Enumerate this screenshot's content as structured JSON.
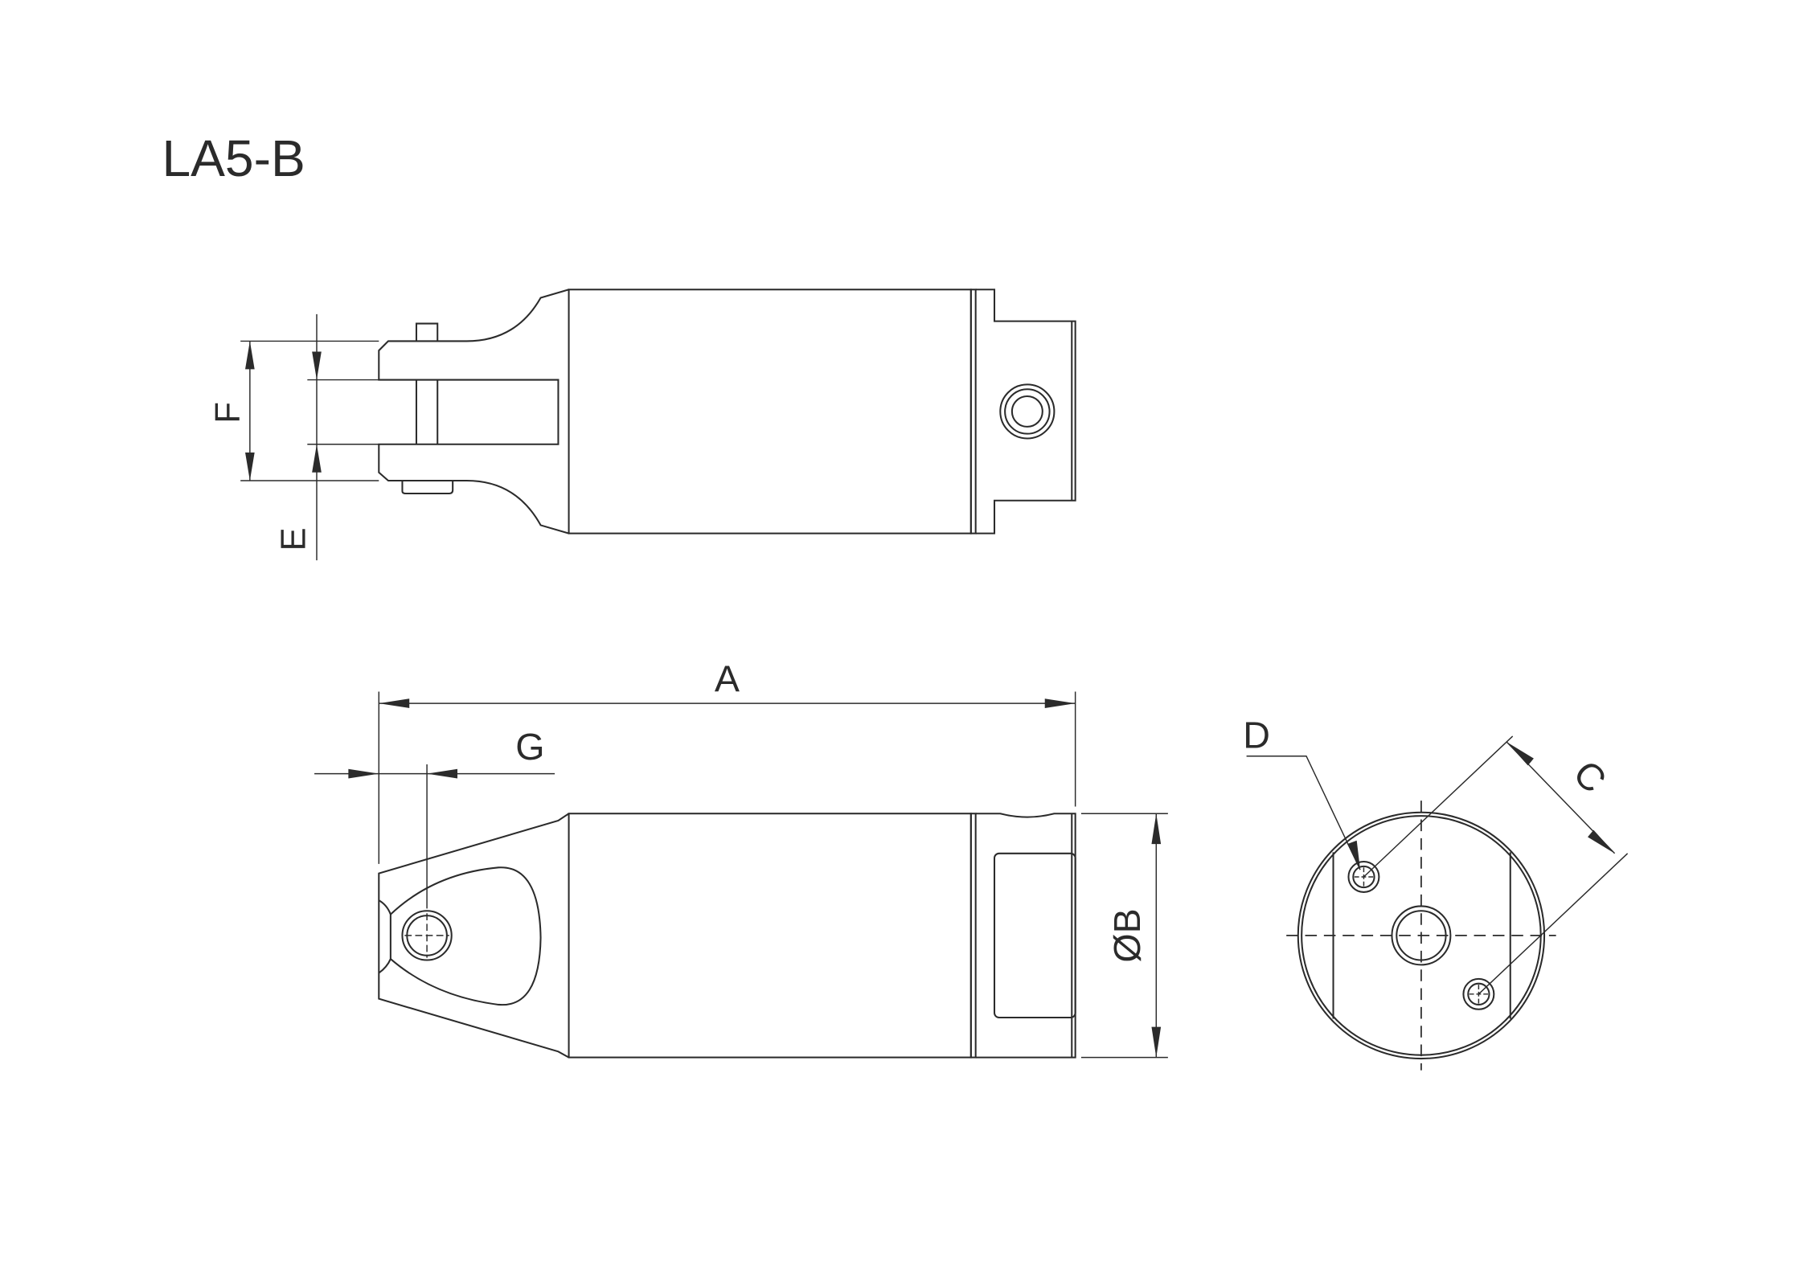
{
  "title": "LA5-B",
  "dimensions": {
    "A": "A",
    "B": "ØB",
    "C": "C",
    "D": "D",
    "E": "E",
    "F": "F",
    "G": "G"
  }
}
